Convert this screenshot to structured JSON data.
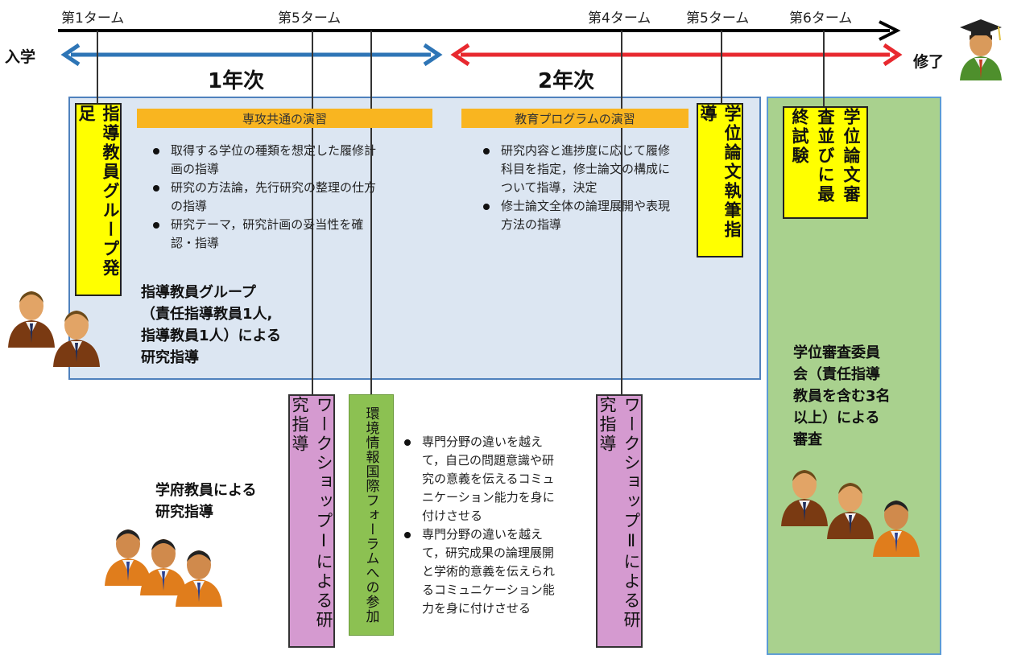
{
  "timeline": {
    "terms": [
      {
        "id": "t1",
        "label": "第1ターム"
      },
      {
        "id": "t5a",
        "label": "第5ターム"
      },
      {
        "id": "t4",
        "label": "第4ターム"
      },
      {
        "id": "t5b",
        "label": "第5ターム"
      },
      {
        "id": "t6",
        "label": "第6ターム"
      }
    ],
    "start_label": "入学",
    "end_label": "修了",
    "year1_label": "1年次",
    "year2_label": "2年次",
    "colors": {
      "timeline": "#000000",
      "year1_arrow": "#2e75b6",
      "year2_arrow": "#e8292f"
    }
  },
  "year1_panel": {
    "band_label": "専攻共通の演習",
    "bullets": [
      "取得する学位の種類を想定した履修計画の指導",
      "研究の方法論，先行研究の整理の仕方の指導",
      "研究テーマ，研究計画の妥当性を確認・指導"
    ],
    "group_start_label": "指導教員グループ発足",
    "guidance_text": [
      "指導教員グループ",
      "（責任指導教員1人,",
      "指導教員1人）による",
      "研究指導"
    ]
  },
  "year2_panel": {
    "band_label": "教育プログラムの演習",
    "bullets": [
      "研究内容と進捗度に応じて履修科目を指定，修士論文の構成について指導，決定",
      "修士論文全体の論理展開や表現方法の指導"
    ],
    "thesis_writing_label": "学位論文執筆指導"
  },
  "final_panel": {
    "exam_label": "学位論文審査並びに最終試験",
    "committee_text": [
      "学位審査委員",
      "会（責任指導",
      "教員を含む3名",
      "以上）による",
      "審査"
    ]
  },
  "workshops": {
    "workshop1_label": "ワークショップⅠによる研究指導",
    "forum_label": "環境情報国際フォーラムへの参加",
    "workshop2_label": "ワークショップⅡによる研究指導",
    "bullets": [
      "専門分野の違いを越えて，自己の問題意識や研究の意義を伝えるコミュニケーション能力を身に付けさせる",
      "専門分野の違いを越えて，研究成果の論理展開と学術的意義を伝えられるコミュニケーション能力を身に付けさせる"
    ]
  },
  "faculty_text": [
    "学府教員による",
    "研究指導"
  ],
  "icons": {
    "graduate": "graduate-student-icon",
    "supervisor": "supervisor-person-icon",
    "faculty": "faculty-person-icon",
    "committee": "committee-person-icon"
  }
}
